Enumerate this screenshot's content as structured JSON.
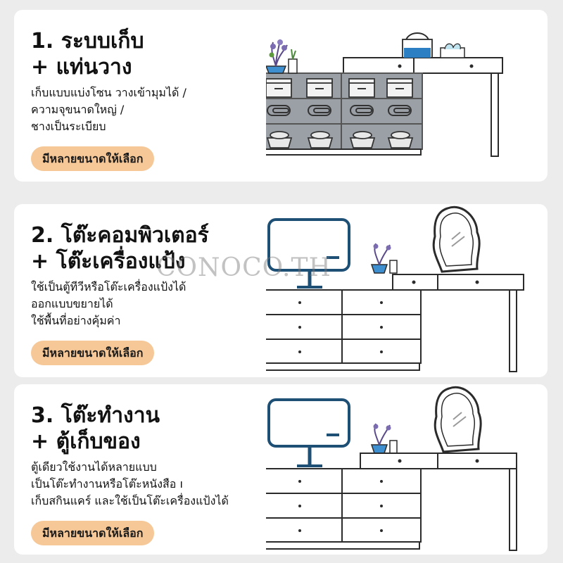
{
  "cards": [
    {
      "title_line1": "1. ระบบเก็บ",
      "title_line2": "+ แท่นวาง",
      "desc": [
        "เก็บแบบแบ่งโซน วางเข้ามุมได้ /",
        "ความจุขนาดใหญ่ /",
        "ชางเป็นระเบียบ"
      ],
      "button": "มีหลายขนาดให้เลือก"
    },
    {
      "title_line1": "2. โต๊ะคอมพิวเตอร์",
      "title_line2": "+ โต๊ะเครื่องแป้ง",
      "desc": [
        "ใช้เป็นตู้ทีวีหรือโต๊ะเครื่องแป้งได้",
        "ออกแบบขยายได้",
        "ใช้พื้นที่อย่างคุ้มค่า"
      ],
      "button": "มีหลายขนาดให้เลือก"
    },
    {
      "title_line1": "3. โต๊ะทำงาน",
      "title_line2": "+ ตู้เก็บของ",
      "desc": [
        "ตู้เดียวใช้งานได้หลายแบบ",
        "เป็นโต๊ะทำงานหรือโต๊ะหนังสือ ı",
        "เก็บสกินแคร์ และใช้เป็นโต๊ะเครื่องแป้งได้"
      ],
      "button": "มีหลายขนาดให้เลือก"
    }
  ],
  "watermark": "CONOCO.TH",
  "colors": {
    "accent_pill": "#f6c897",
    "monitor": "#1e4f74",
    "bag": "#2d7fc4",
    "line": "#2b2b2b"
  }
}
